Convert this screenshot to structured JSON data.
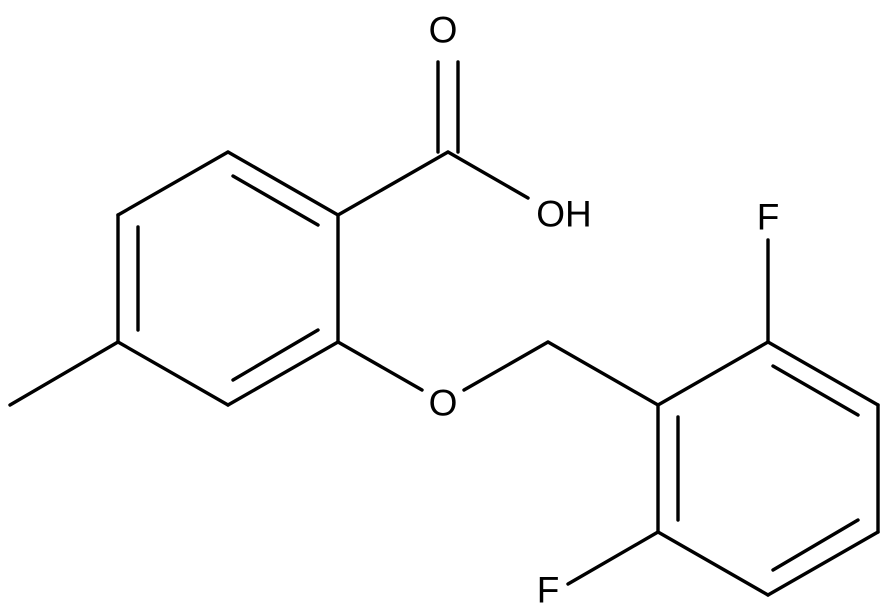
{
  "molecule": {
    "atoms": {
      "carbonyl_oxygen": "O",
      "hydroxyl": "OH",
      "ether_oxygen": "O",
      "fluorine_top": "F",
      "fluorine_bottom": "F"
    }
  }
}
